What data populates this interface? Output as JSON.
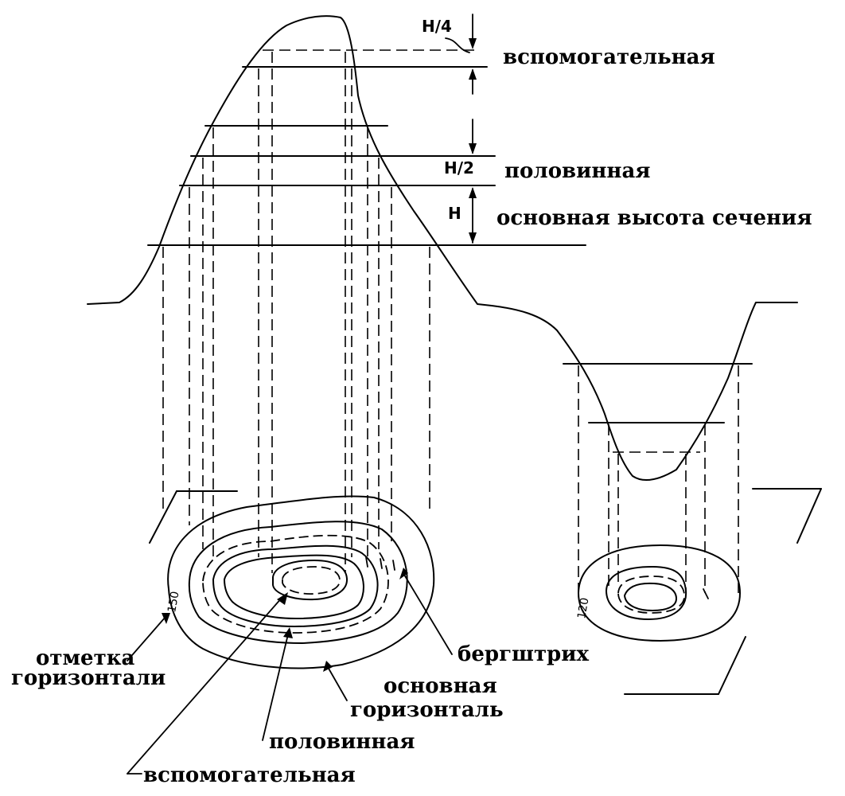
{
  "labels": {
    "h4": "H/4",
    "h2": "H/2",
    "h": "H",
    "vspomogatelnaya_top": "вспомогательная",
    "polovinnaya_top": "половинная",
    "osnovnaya_vysota": "основная высота сечения",
    "otmetka_line1": "отметка",
    "otmetka_line2": "горизонтали",
    "bergshtrih": "бергштрих",
    "osnovnaya_line1": "основная",
    "osnovnaya_line2": "горизонталь",
    "polovinnaya_bottom": "половинная",
    "vspomogatelnaya_bottom": "вспомогательная",
    "mark_150": "150",
    "mark_120": "120"
  }
}
